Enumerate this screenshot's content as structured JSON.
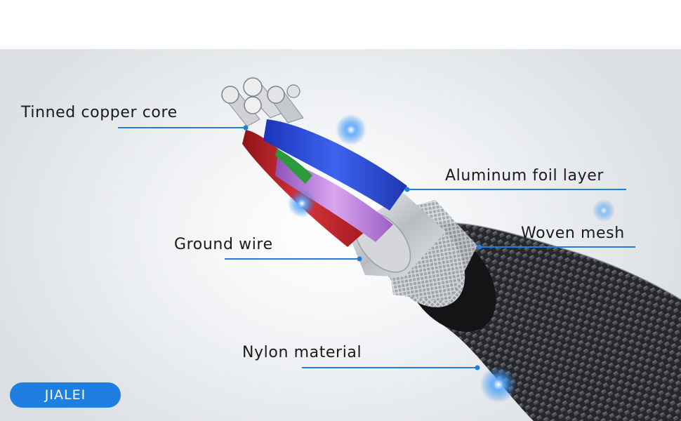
{
  "labels": {
    "tinned_copper_core": "Tinned copper core",
    "aluminum_foil_layer": "Aluminum foil layer",
    "woven_mesh": "Woven mesh",
    "ground_wire": "Ground wire",
    "nylon_material": "Nylon material"
  },
  "brand": {
    "name": "JIALEI"
  },
  "colors": {
    "accent_line": "#1e7fe0",
    "brand_bg": "#1e7fe0",
    "wire_red": "#c8262c",
    "wire_blue": "#2f4fd6",
    "wire_purple": "#b57ad6",
    "wire_green": "#2a9a3a",
    "jacket_nylon": "#2b2c2f",
    "foil": "#c9ccd0"
  }
}
